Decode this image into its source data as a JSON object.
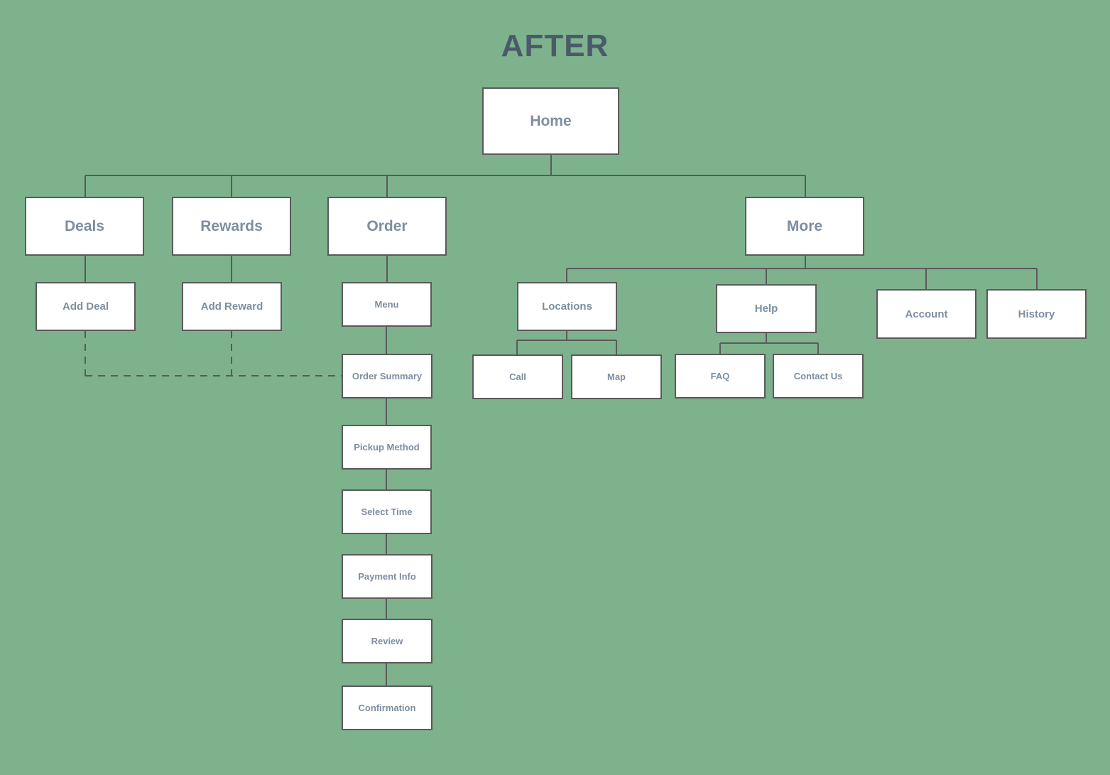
{
  "title": "AFTER",
  "nodes": {
    "home": "Home",
    "deals": "Deals",
    "rewards": "Rewards",
    "order": "Order",
    "more": "More",
    "add_deal": "Add Deal",
    "add_reward": "Add Reward",
    "menu": "Menu",
    "order_summary": "Order Summary",
    "pickup_method": "Pickup Method",
    "select_time": "Select Time",
    "payment_info": "Payment Info",
    "review": "Review",
    "confirmation": "Confirmation",
    "locations": "Locations",
    "help": "Help",
    "account": "Account",
    "history": "History",
    "call": "Call",
    "map": "Map",
    "faq": "FAQ",
    "contact_us": "Contact Us"
  },
  "colors": {
    "background": "#7db28d",
    "title": "#4a5a6a",
    "node_text": "#7d8ea1",
    "line": "#5a5a5a"
  }
}
